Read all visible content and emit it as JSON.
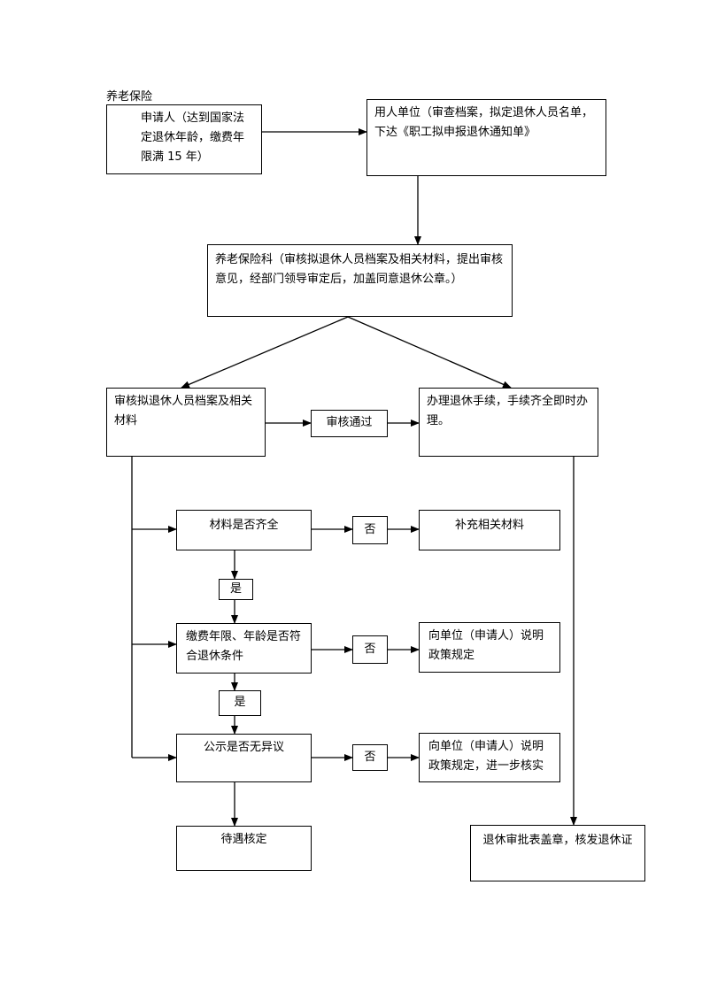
{
  "title": "养老保险",
  "nodes": {
    "applicant": "申请人（达到国家法定退休年龄，缴费年限满 15 年）",
    "employer": "用人单位（审查档案，拟定退休人员名单，下达《职工拟申报退休通知单》",
    "pension_section": "养老保险科（审核拟退休人员档案及相关材料，提出审核意见，经部门领导审定后，加盖同意退休公章。）",
    "review_materials": "审核拟退休人员档案及相关材料",
    "review_passed": "审核通过",
    "handle_retirement": "办理退休手续，手续齐全即时办理。",
    "materials_complete": "材料是否齐全",
    "no_1": "否",
    "supplement": "补充相关材料",
    "yes_1": "是",
    "conditions": "缴费年限、年龄是否符合退休条件",
    "no_2": "否",
    "explain_policy_1": "向单位（申请人）说明政策规定",
    "yes_2": "是",
    "public_notice": "公示是否无异议",
    "no_3": "否",
    "explain_policy_2": "向单位（申请人）说明政策规定，进一步核实",
    "benefit_check": "待遇核定",
    "approval_stamp": "退休审批表盖章，核发退休证"
  }
}
